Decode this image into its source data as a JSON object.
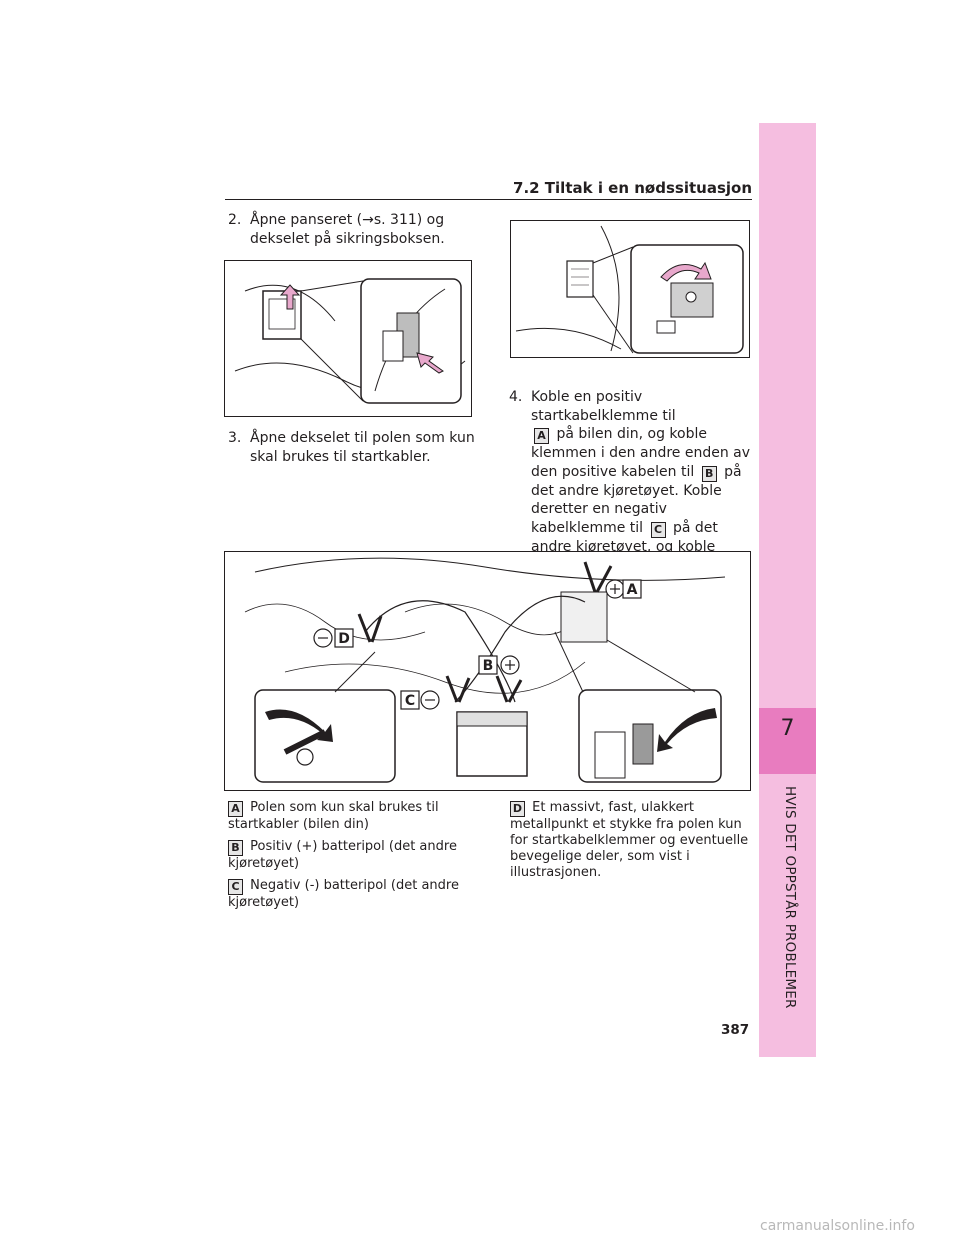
{
  "header": {
    "section": "7.2 Tiltak i en nødssituasjon"
  },
  "chapter": {
    "number": "7",
    "title": "HVIS DET OPPSTÅR PROBLEMER"
  },
  "steps": [
    {
      "num": "2.",
      "text": "Åpne panseret (→s. 311) og dekselet på sikringsboksen."
    },
    {
      "num": "3.",
      "text": "Åpne dekselet til polen som kun skal brukes til startkabler."
    },
    {
      "num": "4.",
      "parts": [
        "Koble en positiv startkabelklemme til",
        "på bilen din, og koble klemmen i den andre enden av den positive kabelen til",
        "på det andre kjøretøyet. Koble deretter en negativ kabelklemme til",
        "på det andre kjøretøyet, og koble klemmen i den andre enden av den negative kabelen til",
        "."
      ]
    }
  ],
  "figure_labels": {
    "a": "A",
    "b": "B",
    "c": "C",
    "d": "D"
  },
  "legend": [
    {
      "key": "A",
      "text": "Polen som kun skal brukes til startkabler (bilen din)"
    },
    {
      "key": "B",
      "text": "Positiv (+) batteripol (det andre kjøretøyet)"
    },
    {
      "key": "C",
      "text": "Negativ (-) batteripol (det andre kjøretøyet)"
    },
    {
      "key": "D",
      "text": "Et massivt, fast, ulakkert metallpunkt et stykke fra polen kun for startkabelklemmer og eventuelle bevegelige deler, som vist i illustrasjonen."
    }
  ],
  "page_number": "387",
  "watermark": "carmanualsonline.info",
  "colors": {
    "tab_light": "#f5bee0",
    "tab_dark": "#e87cbf",
    "arrow_fill": "#e8a8cc"
  }
}
